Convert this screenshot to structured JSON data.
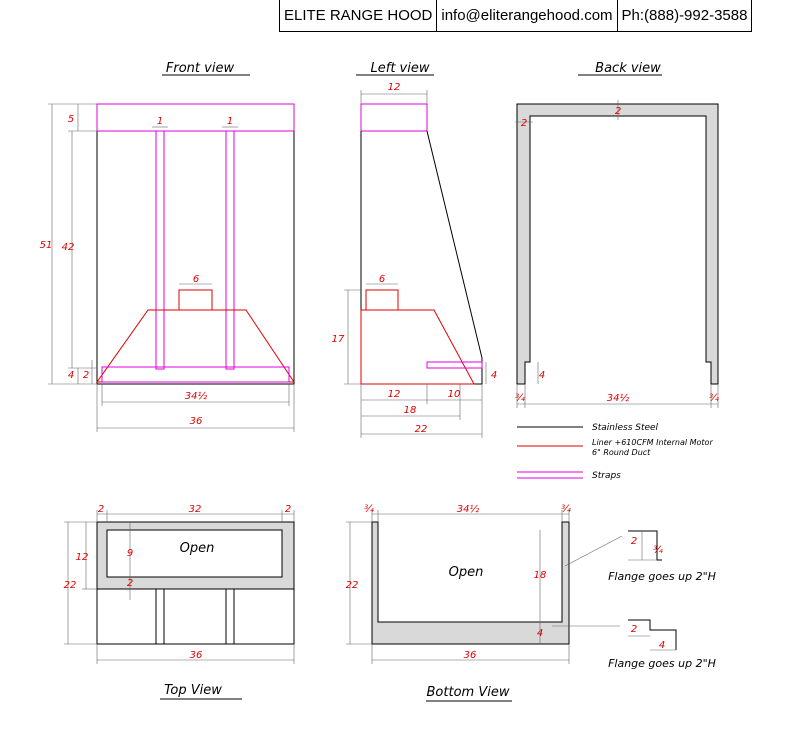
{
  "header": {
    "company": "ELITE RANGE HOOD",
    "email": "info@eliterangehood.com",
    "phone": "Ph:(888)-992-3588"
  },
  "views": {
    "front": {
      "title": "Front view",
      "dims": {
        "strap_width_left": "1",
        "strap_width_right": "1",
        "top_band": "5",
        "total_height": "51",
        "body_height": "42",
        "duct_width": "6",
        "bottom_4": "4",
        "bottom_2": "2",
        "inner_width": "34½",
        "outer_width": "36"
      }
    },
    "left": {
      "title": "Left view",
      "dims": {
        "top_depth": "12",
        "duct_width": "6",
        "liner_height": "17",
        "bottom_4": "4",
        "bottom_12": "12",
        "bottom_10": "10",
        "bottom_18": "18",
        "total_depth": "22"
      }
    },
    "back": {
      "title": "Back view",
      "dims": {
        "top_2": "2",
        "side_2": "2",
        "bottom_4": "4",
        "left_3_4": "¾",
        "inner_width": "34½",
        "right_3_4": "¾"
      }
    },
    "top": {
      "title": "Top View",
      "open_label": "Open",
      "dims": {
        "left_2": "2",
        "width_32": "32",
        "right_2": "2",
        "depth_12": "12",
        "depth_22": "22",
        "inner_9": "9",
        "bottom_2": "2",
        "width_36": "36"
      }
    },
    "bottom": {
      "title": "Bottom View",
      "open_label": "Open",
      "dims": {
        "left_3_4": "¾",
        "inner_width": "34½",
        "right_3_4": "¾",
        "depth_22": "22",
        "height_18": "18",
        "bottom_4": "4",
        "width_36": "36"
      }
    }
  },
  "legend": {
    "stainless": "Stainless Steel",
    "liner_line1": "Liner +610CFM Internal Motor",
    "liner_line2": "6\" Round Duct",
    "straps": "Straps"
  },
  "details": {
    "flange1": {
      "label": "Flange goes up 2\"H",
      "dim_2": "2",
      "dim_3_4": "¾"
    },
    "flange2": {
      "label": "Flange goes up 2\"H",
      "dim_2": "2",
      "dim_4": "4"
    }
  },
  "colors": {
    "stainless": "#000000",
    "liner": "#e00000",
    "straps": "#e000e0",
    "steel_fill": "#d9d9d9"
  }
}
